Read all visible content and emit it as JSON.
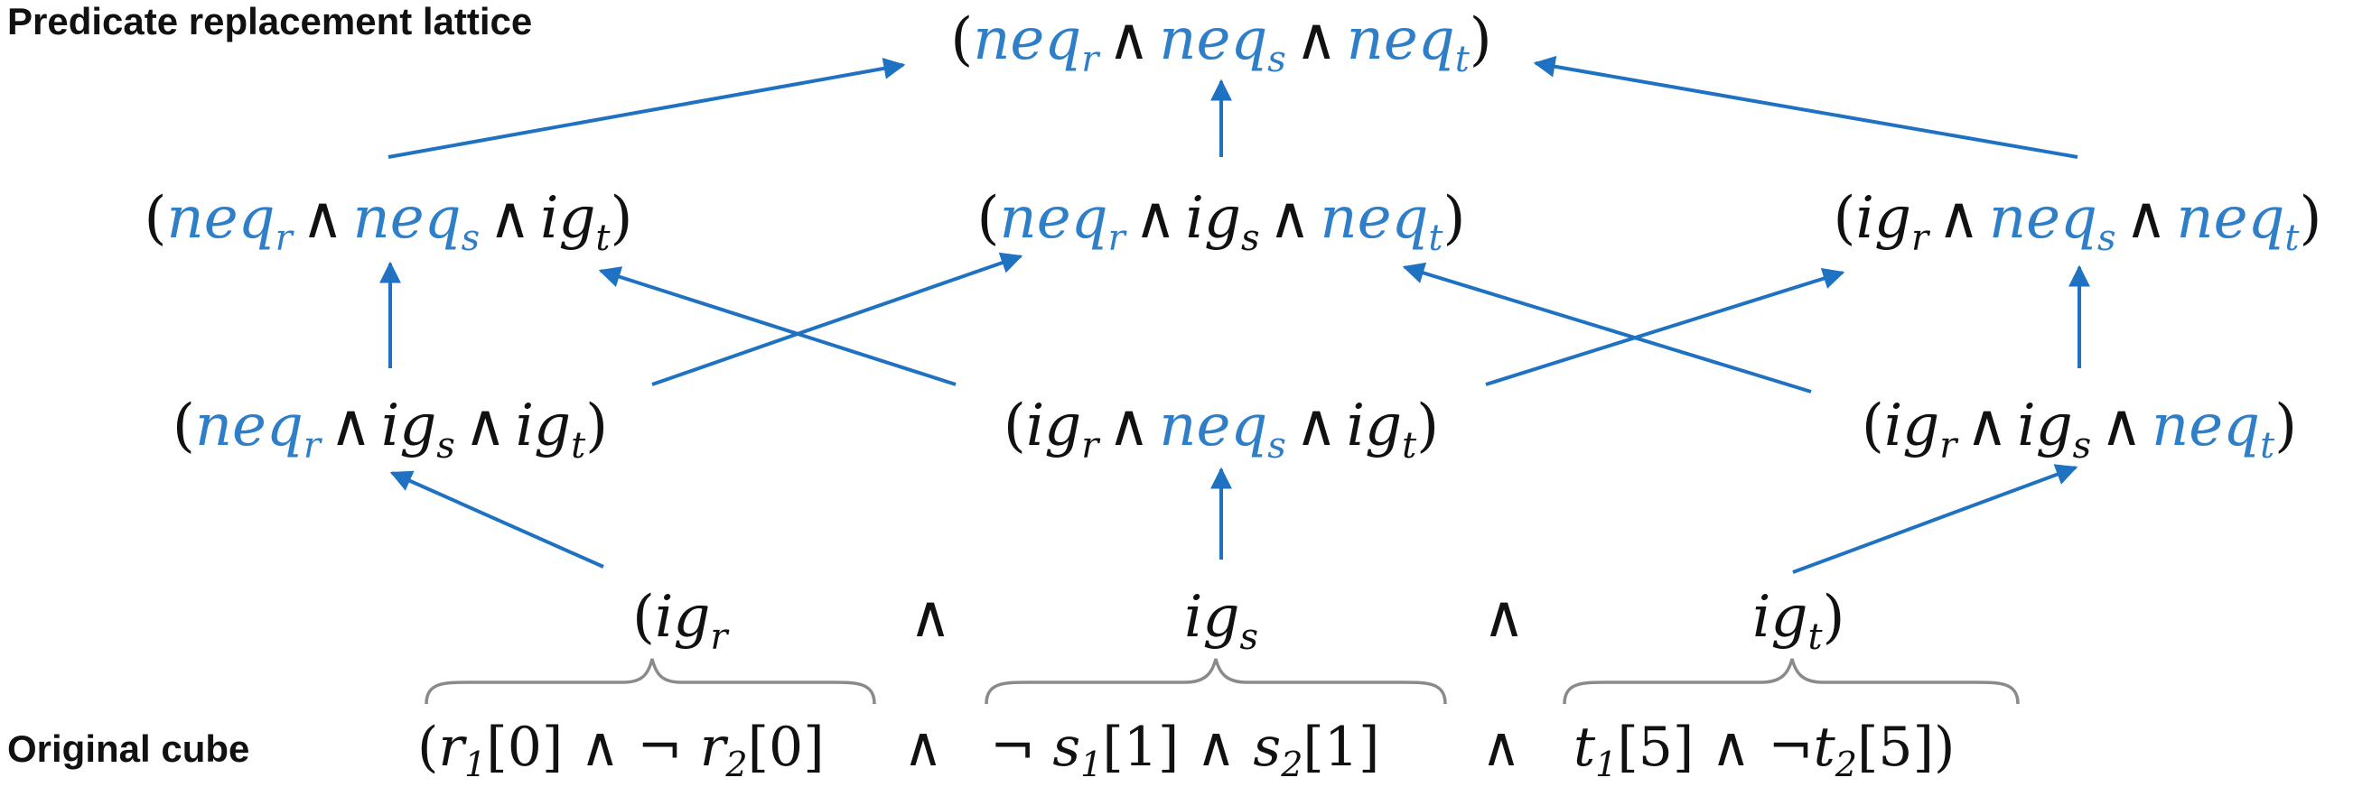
{
  "labels": {
    "lattice_title": "Predicate replacement lattice",
    "cube_title": "Original cube"
  },
  "colors": {
    "highlight": "#2f7fc8",
    "text": "#111111",
    "arrow": "#1f72c1",
    "brace": "#8a8a8a"
  },
  "lattice": {
    "top": [
      {
        "name": "neq",
        "sub": "r",
        "hl": true
      },
      {
        "name": "neq",
        "sub": "s",
        "hl": true
      },
      {
        "name": "neq",
        "sub": "t",
        "hl": true
      }
    ],
    "level2_left": [
      {
        "name": "neq",
        "sub": "r",
        "hl": true
      },
      {
        "name": "neq",
        "sub": "s",
        "hl": true
      },
      {
        "name": "ig",
        "sub": "t",
        "hl": false
      }
    ],
    "level2_mid": [
      {
        "name": "neq",
        "sub": "r",
        "hl": true
      },
      {
        "name": "ig",
        "sub": "s",
        "hl": false
      },
      {
        "name": "neq",
        "sub": "t",
        "hl": true
      }
    ],
    "level2_right": [
      {
        "name": "ig",
        "sub": "r",
        "hl": false
      },
      {
        "name": "neq",
        "sub": "s",
        "hl": true
      },
      {
        "name": "neq",
        "sub": "t",
        "hl": true
      }
    ],
    "level1_left": [
      {
        "name": "neq",
        "sub": "r",
        "hl": true
      },
      {
        "name": "ig",
        "sub": "s",
        "hl": false
      },
      {
        "name": "ig",
        "sub": "t",
        "hl": false
      }
    ],
    "level1_mid": [
      {
        "name": "ig",
        "sub": "r",
        "hl": false
      },
      {
        "name": "neq",
        "sub": "s",
        "hl": true
      },
      {
        "name": "ig",
        "sub": "t",
        "hl": false
      }
    ],
    "level1_right": [
      {
        "name": "ig",
        "sub": "r",
        "hl": false
      },
      {
        "name": "ig",
        "sub": "s",
        "hl": false
      },
      {
        "name": "neq",
        "sub": "t",
        "hl": true
      }
    ]
  },
  "bottom_row": {
    "open": "(",
    "close": ")",
    "and": "∧",
    "terms": [
      {
        "name": "ig",
        "sub": "r"
      },
      {
        "name": "ig",
        "sub": "s"
      },
      {
        "name": "ig",
        "sub": "t"
      }
    ]
  },
  "cube": {
    "open": "(",
    "close": ")",
    "and": "∧",
    "not": "¬",
    "literals": [
      {
        "neg": false,
        "var": "r",
        "sub": "1",
        "idx": "[0]"
      },
      {
        "neg": true,
        "var": "r",
        "sub": "2",
        "idx": "[0]"
      },
      {
        "neg": true,
        "var": "s",
        "sub": "1",
        "idx": "[1]"
      },
      {
        "neg": false,
        "var": "s",
        "sub": "2",
        "idx": "[1]"
      },
      {
        "neg": false,
        "var": "t",
        "sub": "1",
        "idx": "[5]"
      },
      {
        "neg": true,
        "var": "t",
        "sub": "2",
        "idx": "[5]"
      }
    ]
  },
  "symbols": {
    "open": "(",
    "close": ")",
    "and": "∧"
  }
}
